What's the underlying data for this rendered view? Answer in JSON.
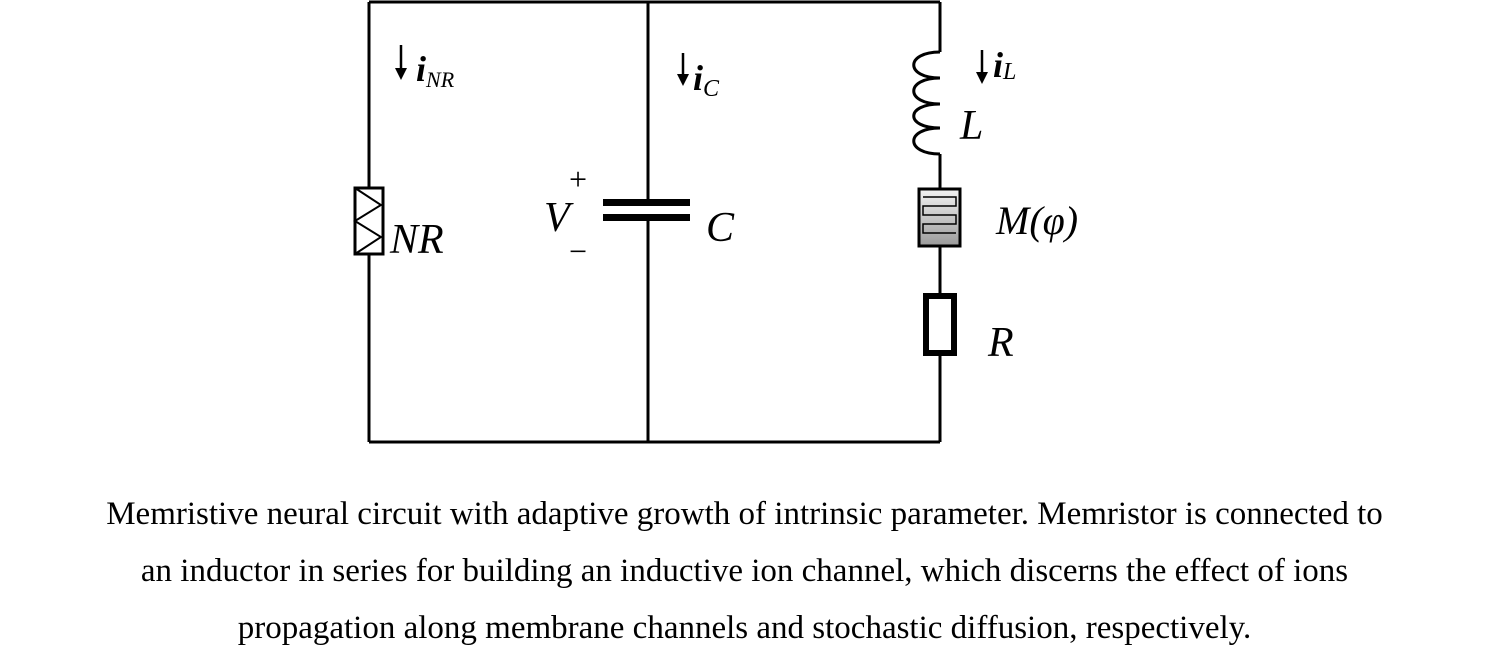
{
  "labels": {
    "current_nr_main": "i",
    "current_nr_sub": "NR",
    "current_c_main": "i",
    "current_c_sub": "C",
    "current_l_main": "i",
    "current_l_sub": "L",
    "inductor": "L",
    "nonlinear_resistor": "NR",
    "voltage": "V",
    "plus_sign": "+",
    "minus_sign": "−",
    "capacitor": "C",
    "memristor": "M(φ)",
    "resistor": "R"
  },
  "caption": {
    "line1": "Memristive neural circuit with adaptive growth of intrinsic parameter. Memristor is connected to",
    "line2": "an inductor in series for building an inductive ion channel, which discerns the effect of ions",
    "line3": "propagation along membrane channels and stochastic diffusion, respectively."
  }
}
